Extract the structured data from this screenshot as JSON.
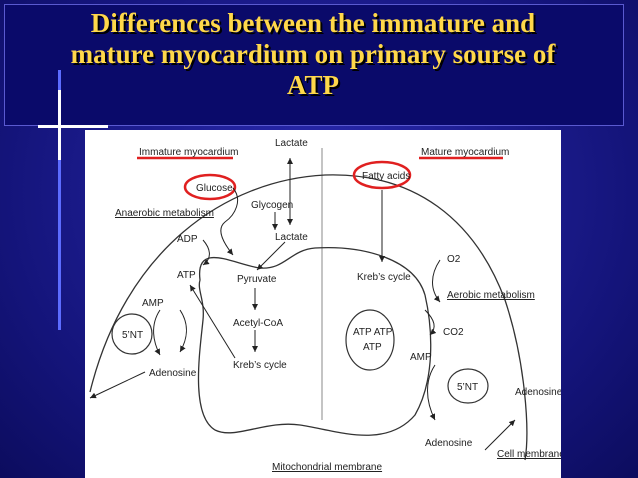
{
  "title": "Differences between the immature and mature myocardium on primary sourse of ATP",
  "title_lines": [
    "Differences between the immature and",
    "mature myocardium on primary sourse of",
    "ATP"
  ],
  "colors": {
    "background": "#14147a",
    "title": "#ffd84a",
    "highlight": "#e02020"
  },
  "diagram": {
    "immature_heading": "Immature myocardium",
    "mature_heading": "Mature myocardium",
    "lactate_top": "Lactate",
    "glucose": "Glucose",
    "glycogen": "Glycogen",
    "anaerobic": "Anaerobic metabolism",
    "adp": "ADP",
    "lactate_mid": "Lactate",
    "atp_left": "ATP",
    "pyruvate": "Pyruvate",
    "amp_left": "AMP",
    "snt_left": "5’NT",
    "acetyl": "Acetyl-CoA",
    "adenosine_left": "Adenosine",
    "krebs_left": "Kreb’s cycle",
    "fatty_acids": "Fatty acids",
    "o2": "O2",
    "krebs_right": "Kreb’s cycle",
    "aerobic": "Aerobic metabolism",
    "atp_atp": "ATP ATP",
    "atp_single": "ATP",
    "co2": "CO2",
    "amp_right": "AMP",
    "snt_right": "5’NT",
    "adenosine_right_top": "Adenosine",
    "adenosine_right_bottom": "Adenosine",
    "cell_membrane": "Cell membrane",
    "mito_membrane": "Mitochondrial membrane"
  }
}
